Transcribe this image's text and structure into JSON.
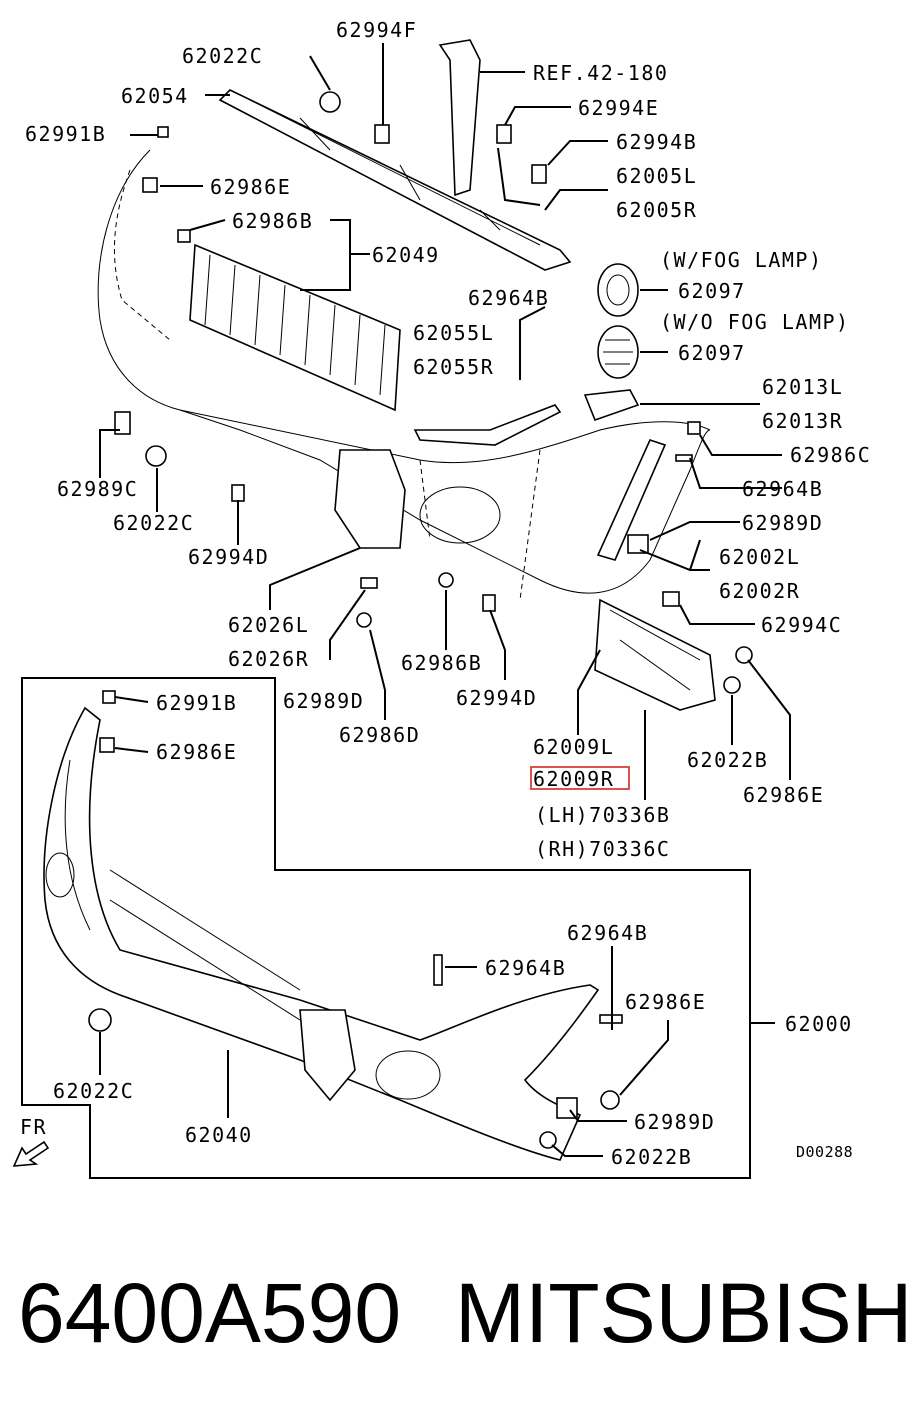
{
  "diagram": {
    "labels": {
      "62994F": "62994F",
      "62022C_top": "62022C",
      "ref": "REF.42-180",
      "62054": "62054",
      "62994E": "62994E",
      "62991B_top": "62991B",
      "62994B": "62994B",
      "62005L": "62005L",
      "62005R": "62005R",
      "62986E_top": "62986E",
      "62986B_top": "62986B",
      "62049": "62049",
      "w_fog": "(W/FOG LAMP)",
      "62097_a": "62097",
      "62964B_mid": "62964B",
      "wo_fog": "(W/O FOG LAMP)",
      "62055L": "62055L",
      "62097_b": "62097",
      "62055R": "62055R",
      "62013L": "62013L",
      "62013R": "62013R",
      "62986C": "62986C",
      "62989C": "62989C",
      "62964B_right": "62964B",
      "62022C_mid": "62022C",
      "62989D_right": "62989D",
      "62994D_left": "62994D",
      "62002L": "62002L",
      "62002R": "62002R",
      "62026L": "62026L",
      "62994C": "62994C",
      "62026R": "62026R",
      "62986B_mid": "62986B",
      "62989D_mid": "62989D",
      "62994D_mid": "62994D",
      "62986D": "62986D",
      "62009L": "62009L",
      "62022B_right": "62022B",
      "62009R": "62009R",
      "62986E_right": "62986E",
      "lh_70336B": "(LH)70336B",
      "rh_70336C": "(RH)70336C",
      "62991B_box": "62991B",
      "62986E_box": "62986E",
      "62964B_box_a": "62964B",
      "62964B_box_b": "62964B",
      "62986E_box_b": "62986E",
      "62000": "62000",
      "62022C_box": "62022C",
      "62989D_box": "62989D",
      "62040": "62040",
      "fr": "FR",
      "62022B_box": "62022B",
      "code": "D00288"
    },
    "highlight_color": "#d9534f"
  },
  "footer": {
    "part_number": "6400A590",
    "brand": "MITSUBISHI"
  }
}
